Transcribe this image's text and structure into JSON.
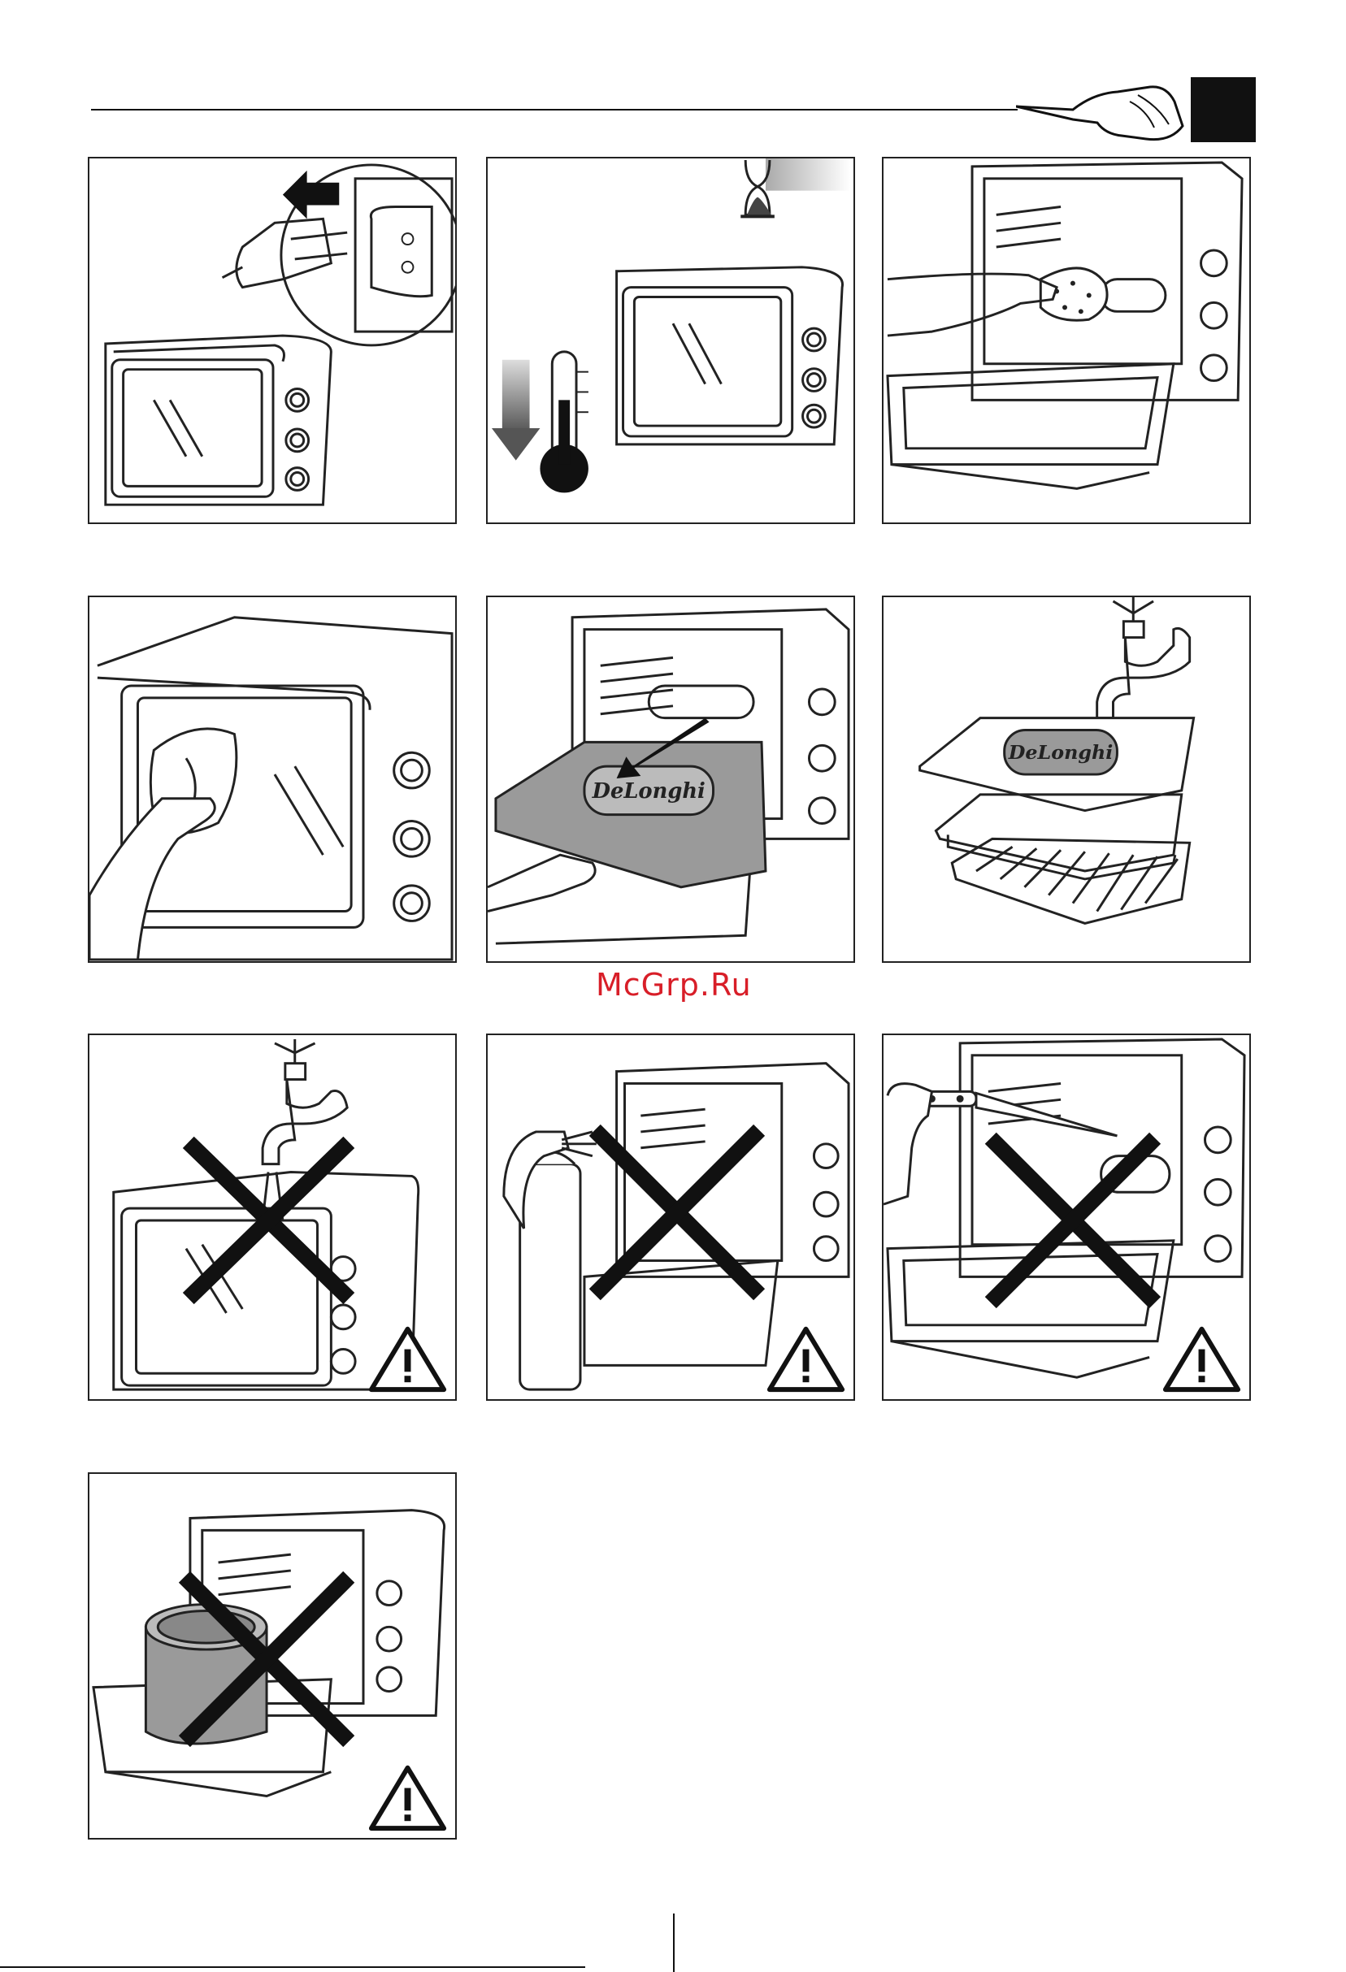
{
  "watermark": "McGrp.Ru",
  "brand_logo": "DeLonghi",
  "panels": [
    {
      "id": "unplug",
      "icon": "unplug-icon"
    },
    {
      "id": "cool-down",
      "icon": "hourglass-icon"
    },
    {
      "id": "wipe-interior",
      "icon": "sponge-icon"
    },
    {
      "id": "wipe-door",
      "icon": "cloth-icon"
    },
    {
      "id": "remove-tray",
      "icon": "crumb-tray-icon"
    },
    {
      "id": "wash-accessories",
      "icon": "tap-icon"
    },
    {
      "id": "no-water-on-oven",
      "icon": "tap-icon",
      "warning": true
    },
    {
      "id": "no-spray-cleaner",
      "icon": "spray-can-icon",
      "warning": true
    },
    {
      "id": "no-sharp-objects",
      "icon": "knife-icon",
      "warning": true
    },
    {
      "id": "no-pots-on-door",
      "icon": "pot-icon",
      "warning": true
    }
  ],
  "colors": {
    "line": "#222222",
    "tray_fill": "#9a9a9a",
    "cross": "#111111",
    "watermark": "#d81e28"
  }
}
